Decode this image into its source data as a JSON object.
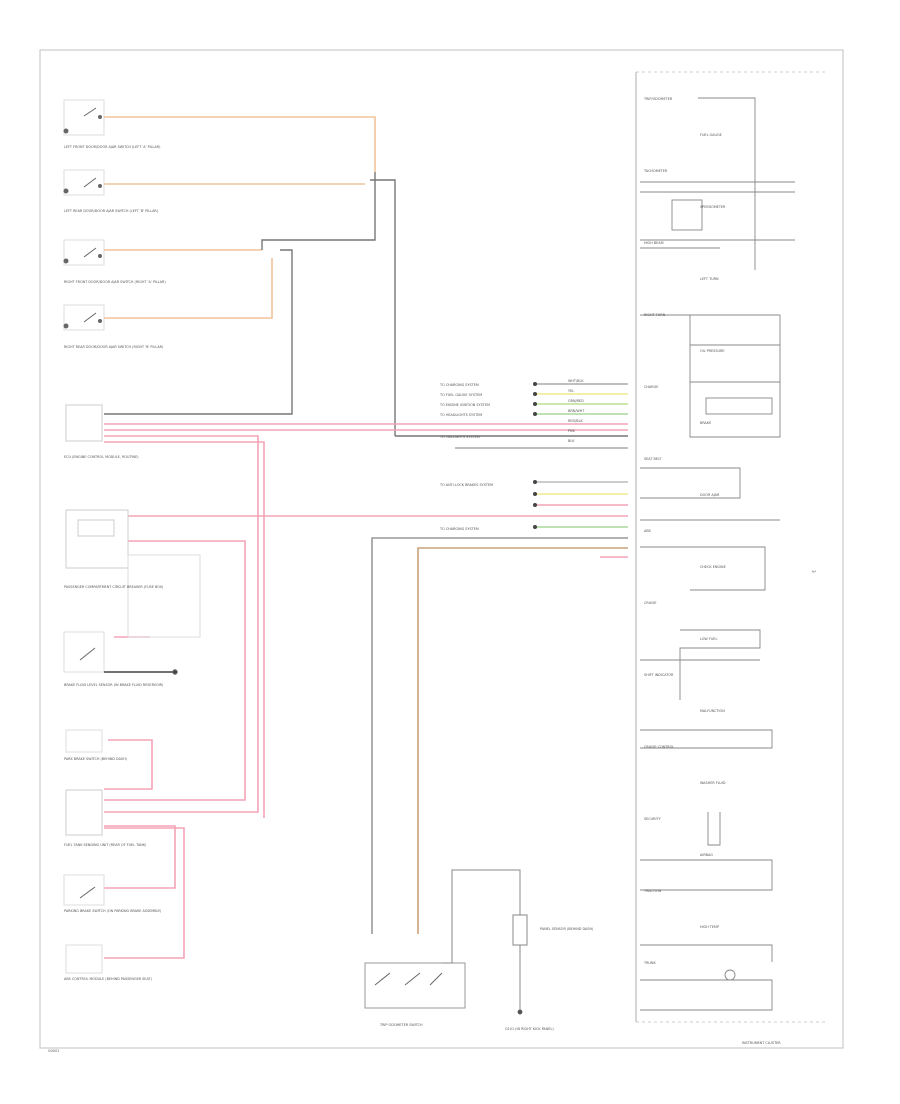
{
  "diagram": {
    "footer_left": "G0001",
    "footer_right": "INSTRUMENT CLUSTER",
    "side_mark": "3",
    "trip_switch_label": "TRIP ODOMETER SWITCH",
    "ground_label": "G101 (IN RIGHT KICK PANEL)",
    "panel_sensor_label": "PANEL SENSOR (BEHIND DASH)",
    "left_components": [
      "LEFT FRONT DOOR/DOOR AJAR SWITCH (LEFT 'A' PILLAR)",
      "LEFT REAR DOOR/DOOR AJAR SWITCH (LEFT 'B' PILLAR)",
      "RIGHT FRONT DOOR/DOOR AJAR SWITCH (RIGHT 'A' PILLAR)",
      "RIGHT REAR DOOR/DOOR AJAR SWITCH (RIGHT 'B' PILLAR)",
      "ECU (ENGINE CONTROL MODULE, ROUTINE)",
      "PASSENGER COMPARTMENT CIRCUIT BREAKER (FUSE BOX)",
      "BRAKE FLUID LEVEL SENSOR (IN BRAKE FLUID RESERVOIR)",
      "PARK BRAKE SWITCH (BEHIND DASH)",
      "FUEL TANK SENDING UNIT (REAR OF FUEL TANK)",
      "PARKING BRAKE SWITCH (ON PARKING BRAKE ASSEMBLY)",
      "ABS CONTROL MODULE (BEHIND PASSENGER SEAT)"
    ],
    "mid_labels": [
      "TO CHARGING SYSTEM",
      "TO FUEL GAUGE SYSTEM",
      "TO ENGINE IGNITION SYSTEM",
      "TO HEADLIGHTS SYSTEM",
      "TO TAILLIGHTS SYSTEM",
      "TO ANTI-LOCK BRAKES SYSTEM",
      "TO CHARGING SYSTEM"
    ],
    "wire_tags": [
      "WHT/BLK",
      "YEL",
      "GRN/RED",
      "BRN/WHT",
      "RED/BLK",
      "PNK",
      "BLK"
    ],
    "cluster_labels": [
      "TRIP/ODOMETER",
      "FUEL GAUGE",
      "TACHOMETER",
      "SPEEDOMETER",
      "HIGH BEAM",
      "LEFT TURN",
      "RIGHT TURN",
      "OIL PRESSURE",
      "CHARGE",
      "BRAKE",
      "SEAT BELT",
      "DOOR AJAR",
      "ABS",
      "CHECK ENGINE",
      "CRUISE",
      "LOW FUEL",
      "SHIFT INDICATOR",
      "MALFUNCTION",
      "CRUISE CONTROL",
      "WASHER FLUID",
      "SECURITY",
      "AIRBAG",
      "TRACTION",
      "HIGH TEMP",
      "TRUNK"
    ]
  }
}
